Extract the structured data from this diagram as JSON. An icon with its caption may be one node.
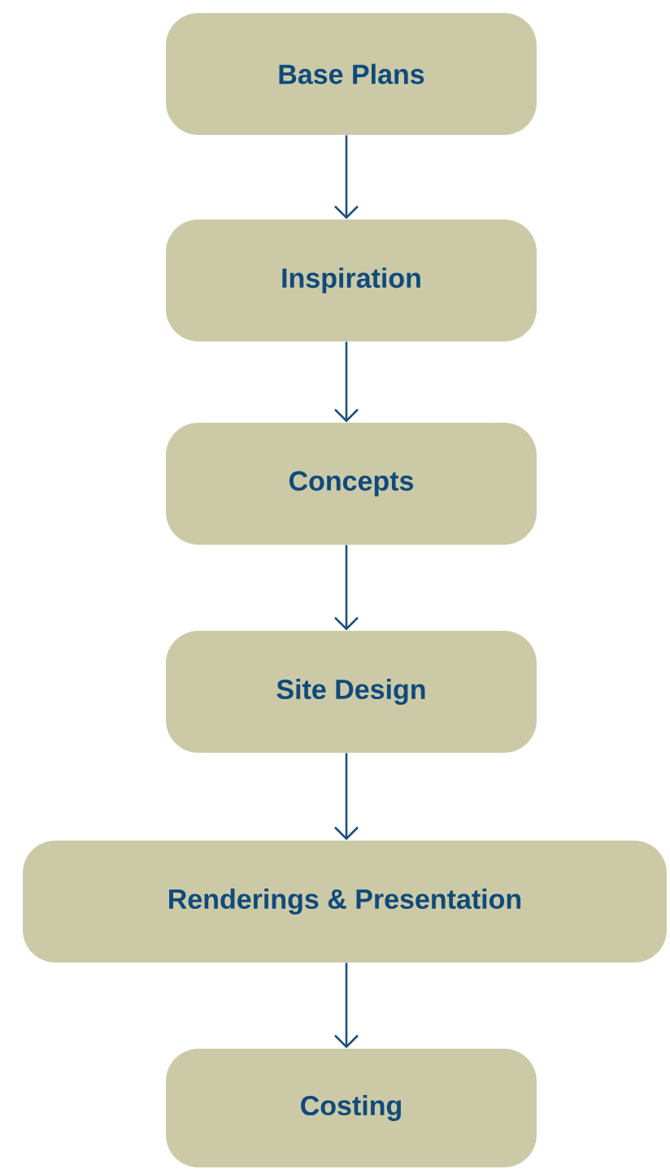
{
  "diagram": {
    "nodes": [
      {
        "text": [
          "Base Plans"
        ]
      },
      {
        "text": [
          "Inspiration"
        ]
      },
      {
        "text": [
          "Concepts"
        ]
      },
      {
        "text": [
          "Site Design"
        ]
      },
      {
        "text": [
          "Renderings & Presentation"
        ]
      },
      {
        "text": [
          "Costing"
        ]
      }
    ],
    "edges": [
      {
        "from": 0,
        "to": 1,
        "arrow": "to"
      },
      {
        "from": 1,
        "to": 2,
        "arrow": "to"
      },
      {
        "from": 2,
        "to": 3,
        "arrow": "to"
      },
      {
        "from": 3,
        "to": 4,
        "arrow": "to"
      },
      {
        "from": 4,
        "to": 5,
        "arrow": "to"
      }
    ]
  }
}
